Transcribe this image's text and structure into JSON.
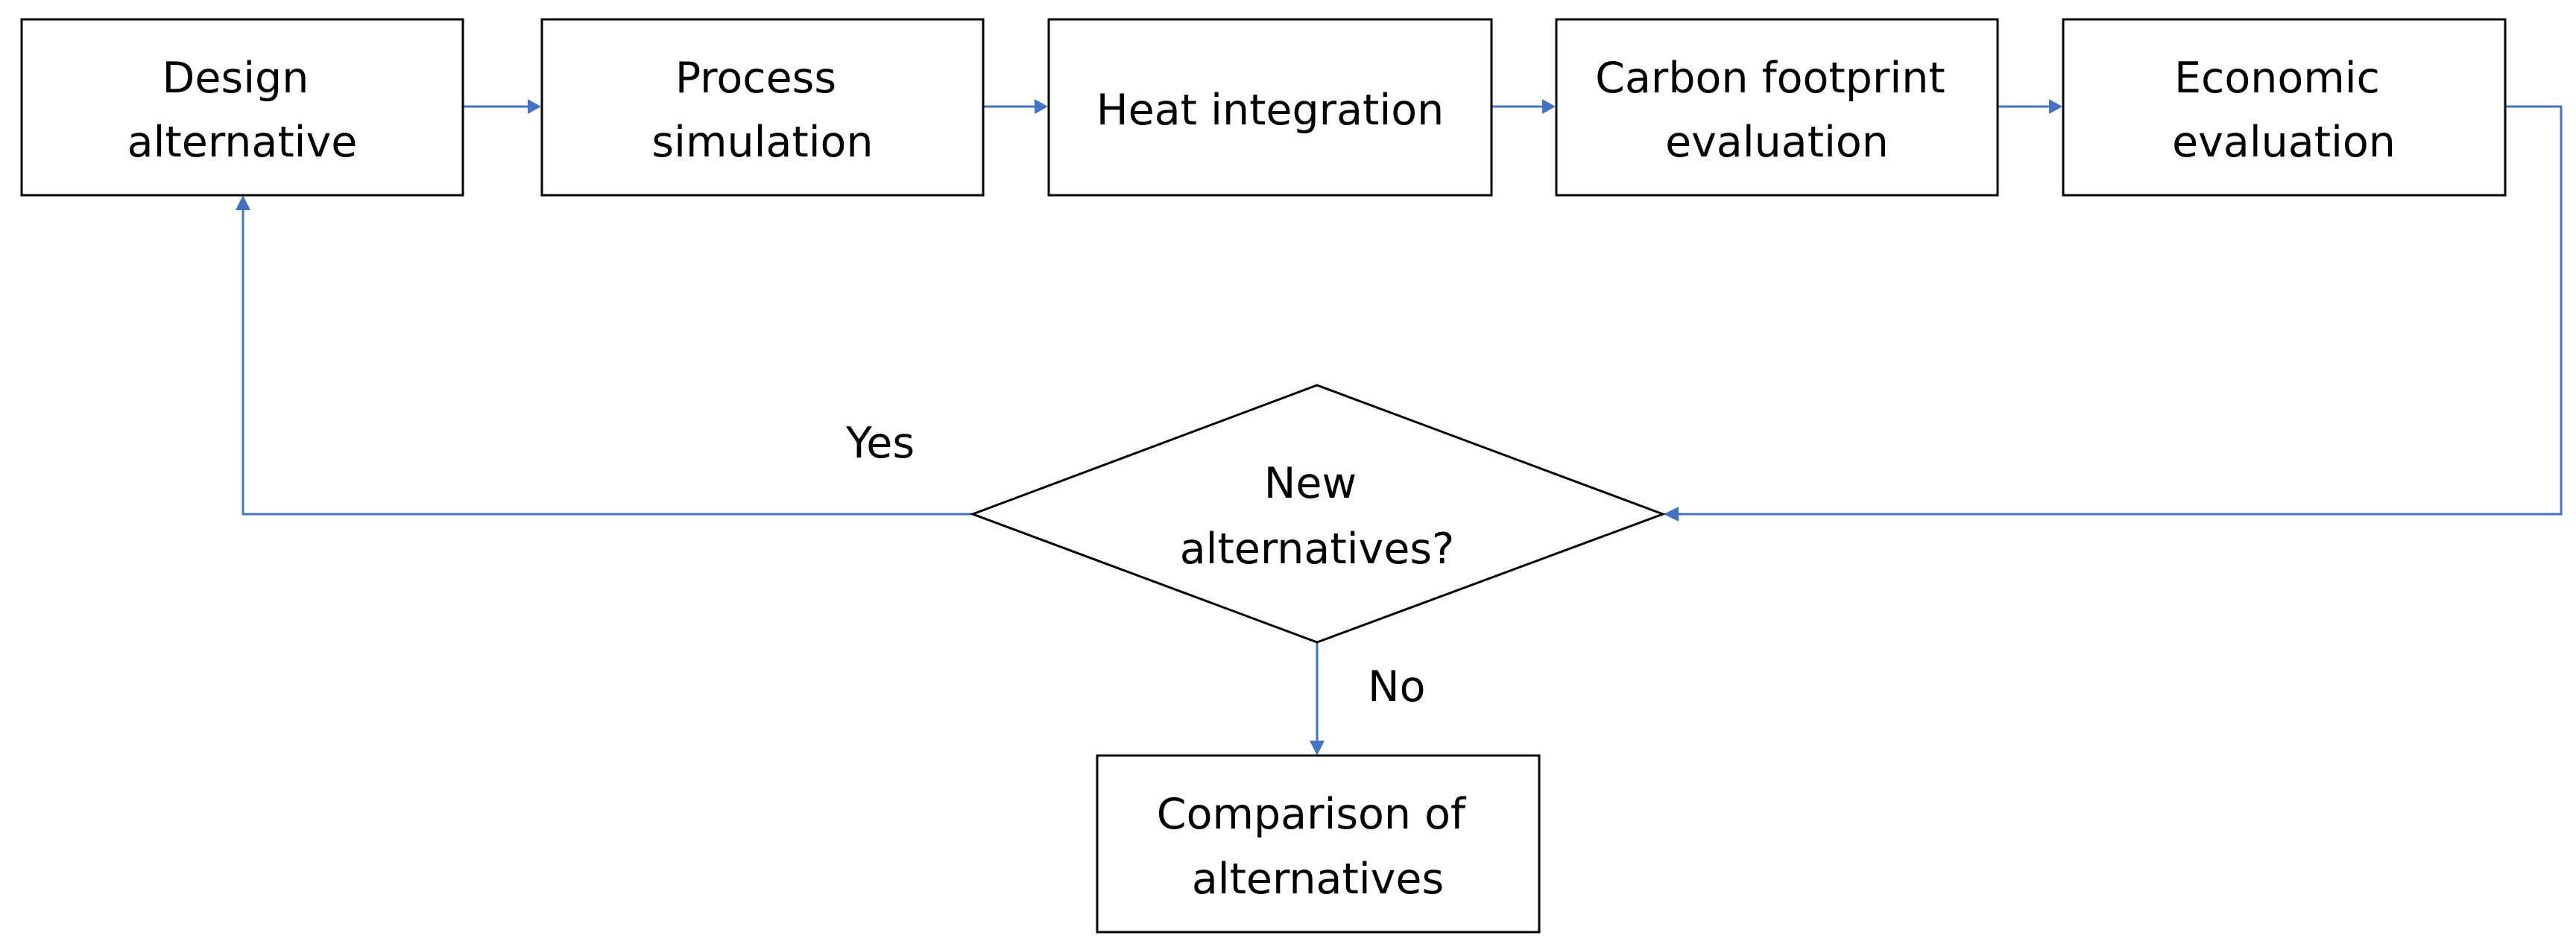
{
  "nodes": {
    "design_alternative": [
      "Design",
      "alternative"
    ],
    "process_simulation": [
      "Process",
      "simulation"
    ],
    "heat_integration": [
      "Heat integration"
    ],
    "carbon_footprint": [
      "Carbon footprint",
      "evaluation"
    ],
    "economic_evaluation": [
      "Economic",
      "evaluation"
    ],
    "decision": [
      "New",
      "alternatives?"
    ],
    "comparison": [
      "Comparison of",
      "alternatives"
    ]
  },
  "edges": {
    "yes_label": "Yes",
    "no_label": "No"
  },
  "colors": {
    "connector": "#4472C4",
    "box_stroke": "#000000",
    "text": "#000000"
  }
}
